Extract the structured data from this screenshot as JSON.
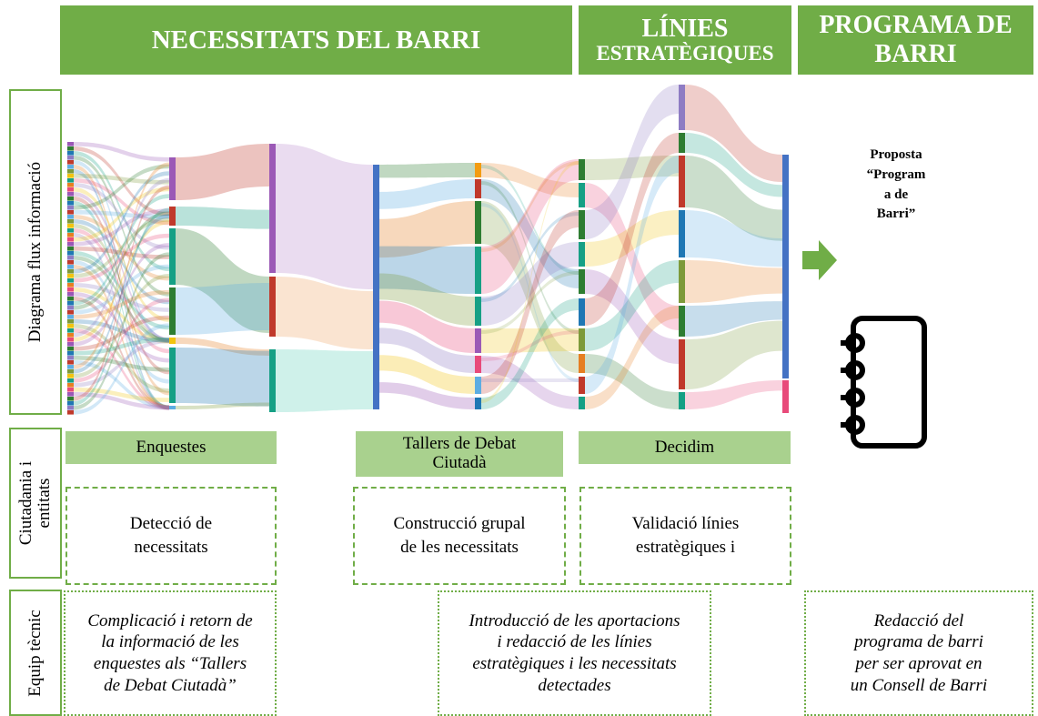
{
  "headers": {
    "necessitats": "NECESSITATS DEL BARRI",
    "linies_line1": "LÍNIES",
    "linies_line2": "ESTRATÈGIQUES",
    "programa_line1": "PROGRAMA DE",
    "programa_line2": "BARRI"
  },
  "row_labels": {
    "diagrama": "Diagrama flux informació",
    "ciutadania_line1": "Ciutadania i",
    "ciutadania_line2": "entitats",
    "equip": "Equip tècnic"
  },
  "stages": {
    "enquestes": "Enquestes",
    "tallers_line1": "Tallers de Debat",
    "tallers_line2": "Ciutadà",
    "decidim": "Decidim"
  },
  "citizen_boxes": {
    "deteccio_line1": "Detecció de",
    "deteccio_line2": "necessitats",
    "construccio_line1": "Construcció grupal",
    "construccio_line2": "de les necessitats",
    "validacio_line1": "Validació línies",
    "validacio_line2": "estratègiques i"
  },
  "technical_boxes": {
    "complicacio": [
      "Complicació i retorn de",
      "la informació de les",
      "enquestes als “Tallers",
      "de Debat Ciutadà”"
    ],
    "introduccio": [
      "Introducció de les aportacions",
      "i redacció de les línies",
      "estratègiques i les necessitats",
      "detectades"
    ],
    "redaccio": [
      "Redacció del",
      "programa de barri",
      "per ser aprovat en",
      "un Consell de Barri"
    ]
  },
  "proposal": {
    "line1": "Proposta",
    "line2": "“Program",
    "line3": "a de",
    "line4": "Barri”"
  },
  "icons": {
    "arrow": "arrow-right-icon",
    "notebook": "notebook-icon"
  },
  "colors": {
    "header_green": "#70ad47",
    "stage_green": "#a9d18e",
    "flow_palette": [
      "#9b59b6",
      "#c0392b",
      "#16a085",
      "#2e7d32",
      "#5dade2",
      "#e67e22",
      "#1f77b4",
      "#7d9a3a",
      "#e84a7a",
      "#8e7cc3",
      "#f1c40f"
    ]
  }
}
